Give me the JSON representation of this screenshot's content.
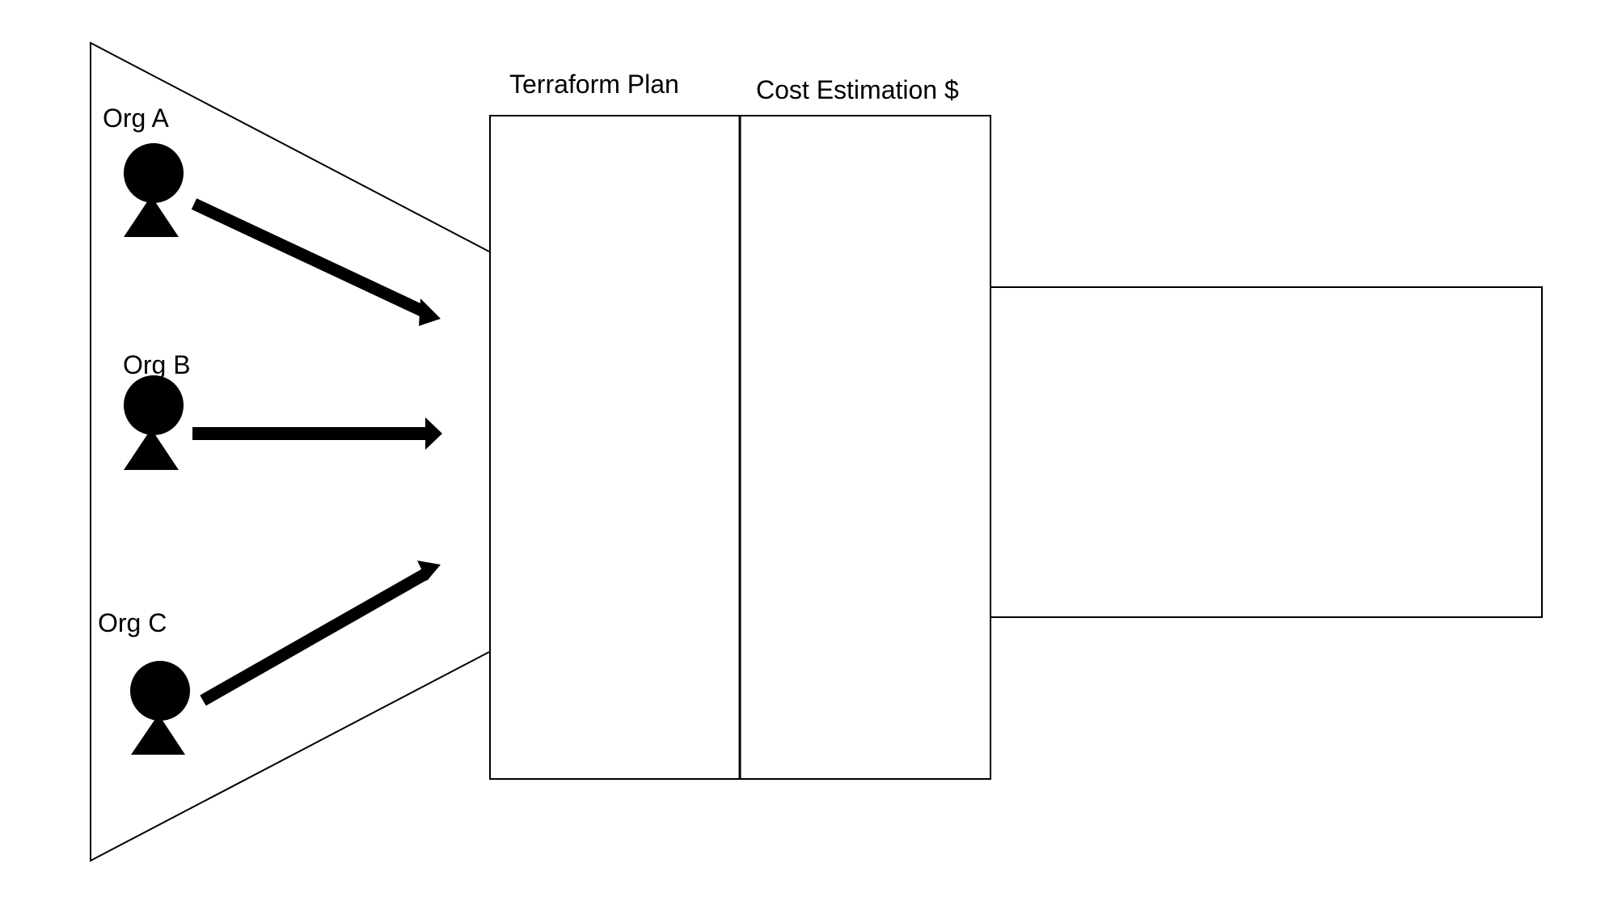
{
  "diagram": {
    "org_a_label": "Org A",
    "org_b_label": "Org B",
    "org_c_label": "Org C",
    "terraform_plan_label": "Terraform Plan",
    "cost_estimation_label": "Cost Estimation $"
  },
  "colors": {
    "stroke": "#000000",
    "fill": "#000000",
    "background": "#ffffff"
  },
  "icons": {
    "org_a": "person-icon",
    "org_b": "person-icon",
    "org_c": "person-icon"
  }
}
